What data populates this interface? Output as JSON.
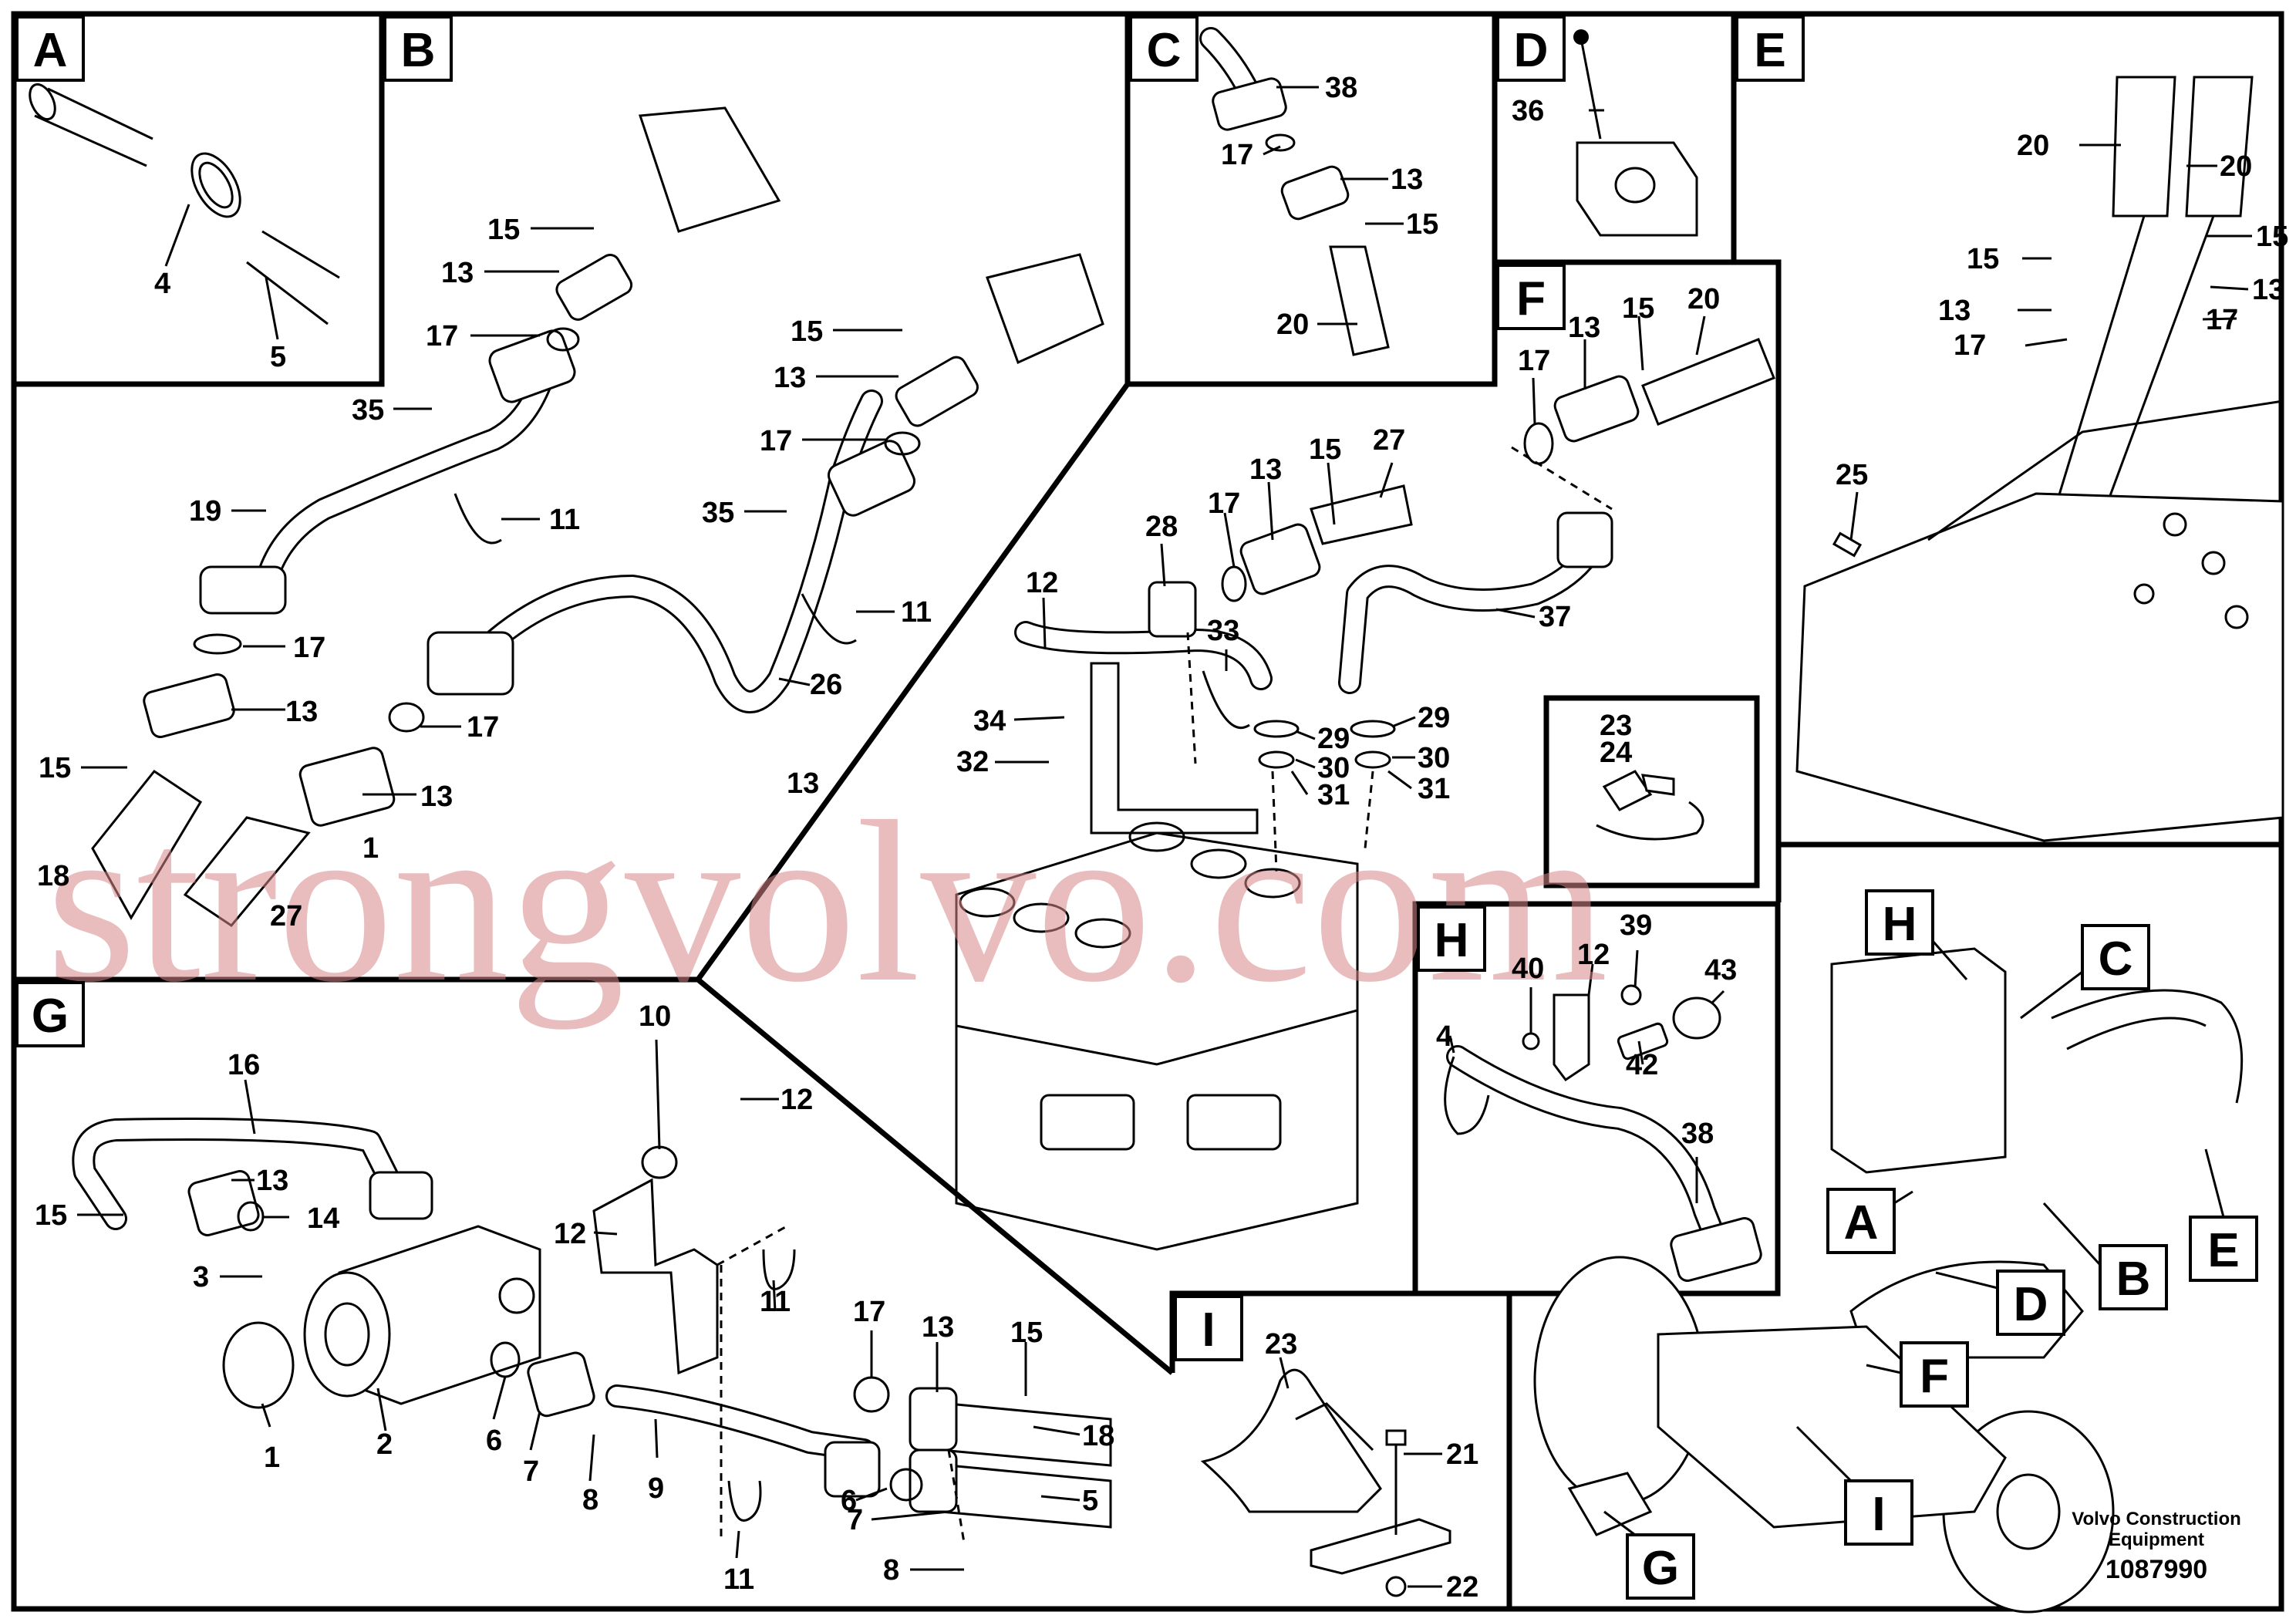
{
  "panels": [
    {
      "id": "A",
      "label": "A"
    },
    {
      "id": "B",
      "label": "B"
    },
    {
      "id": "C",
      "label": "C"
    },
    {
      "id": "D",
      "label": "D"
    },
    {
      "id": "E",
      "label": "E"
    },
    {
      "id": "F",
      "label": "F"
    },
    {
      "id": "G",
      "label": "G"
    },
    {
      "id": "H",
      "label": "H"
    },
    {
      "id": "I",
      "label": "I"
    }
  ],
  "overview_labels": [
    "H",
    "C",
    "A",
    "B",
    "E",
    "D",
    "F",
    "G",
    "I"
  ],
  "callouts": {
    "A": [
      "4",
      "5"
    ],
    "B": [
      "15",
      "13",
      "17",
      "35",
      "11",
      "19",
      "17",
      "13",
      "15",
      "18",
      "27",
      "13",
      "17",
      "13",
      "1",
      "15",
      "13",
      "17",
      "35",
      "11",
      "26"
    ],
    "C": [
      "38",
      "17",
      "13",
      "15",
      "20"
    ],
    "D": [
      "36"
    ],
    "E": [
      "20",
      "20",
      "15",
      "15",
      "13",
      "13",
      "17",
      "17",
      "25"
    ],
    "F": [
      "13",
      "15",
      "20",
      "17",
      "37",
      "28",
      "12",
      "13",
      "15",
      "27",
      "17",
      "33",
      "34",
      "32",
      "29",
      "30",
      "31",
      "29",
      "30",
      "31"
    ],
    "F_inset": [
      "23",
      "24"
    ],
    "G": [
      "16",
      "13",
      "14",
      "15",
      "3",
      "1",
      "2",
      "6",
      "7",
      "8",
      "9",
      "10",
      "12",
      "12",
      "11",
      "17",
      "13",
      "15",
      "18",
      "6",
      "7",
      "5",
      "8",
      "11"
    ],
    "H": [
      "40",
      "12",
      "39",
      "43",
      "4",
      "42",
      "38"
    ],
    "I": [
      "23",
      "21",
      "22"
    ]
  },
  "footer": {
    "maker_line1": "Volvo Construction",
    "maker_line2": "Equipment",
    "doc_number": "1087990"
  },
  "watermark": "strongvolvo.com"
}
